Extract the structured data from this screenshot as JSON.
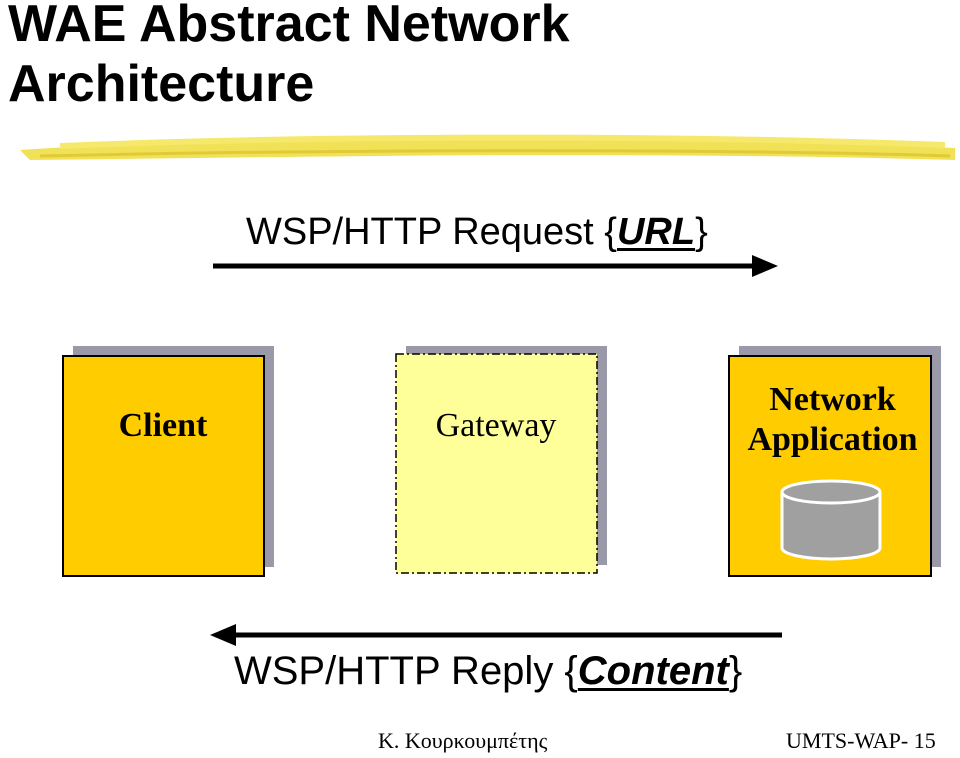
{
  "title": {
    "line1": "WAE Abstract Network",
    "line2": "Architecture"
  },
  "request": {
    "prefix": "WSP/HTTP Request {",
    "emphasis": "URL",
    "suffix": "}"
  },
  "reply": {
    "prefix": "WSP/HTTP Reply {",
    "emphasis": "Content",
    "suffix": "}"
  },
  "boxes": {
    "client": "Client",
    "gateway": "Gateway",
    "network_app_line1": "Network",
    "network_app_line2": "Application"
  },
  "footer": {
    "author": "Κ. Κουρκουμπέτης",
    "slide": "UMTS-WAP- 15"
  },
  "icons": {
    "database": "database-icon",
    "arrow_right": "arrow-right-icon",
    "arrow_left": "arrow-left-icon"
  },
  "colors": {
    "box_fill": "#FFCC00",
    "gateway_fill": "#FFFF99",
    "shadow": "#9999AA",
    "highlight_stroke": "#F0E040",
    "database": "#A0A0A0"
  }
}
